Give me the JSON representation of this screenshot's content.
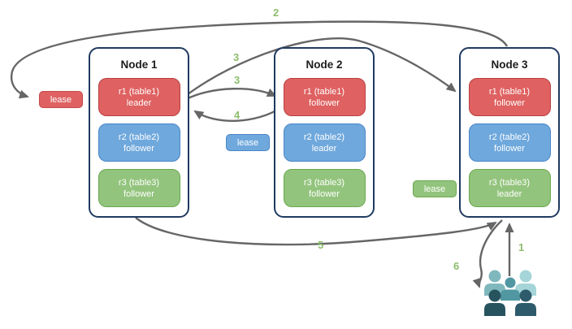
{
  "diagram": {
    "nodes": [
      {
        "title": "Node 1",
        "replicas": [
          {
            "line1": "r1 (table1)",
            "line2": "leader",
            "color": "red"
          },
          {
            "line1": "r2 (table2)",
            "line2": "follower",
            "color": "blue"
          },
          {
            "line1": "r3 (table3)",
            "line2": "follower",
            "color": "green"
          }
        ]
      },
      {
        "title": "Node 2",
        "replicas": [
          {
            "line1": "r1 (table1)",
            "line2": "follower",
            "color": "red"
          },
          {
            "line1": "r2 (table2)",
            "line2": "leader",
            "color": "blue"
          },
          {
            "line1": "r3 (table3)",
            "line2": "follower",
            "color": "green"
          }
        ]
      },
      {
        "title": "Node 3",
        "replicas": [
          {
            "line1": "r1 (table1)",
            "line2": "follower",
            "color": "red"
          },
          {
            "line1": "r2 (table2)",
            "line2": "follower",
            "color": "blue"
          },
          {
            "line1": "r3 (table3)",
            "line2": "leader",
            "color": "green"
          }
        ]
      }
    ],
    "leases": [
      {
        "label": "lease",
        "color": "red"
      },
      {
        "label": "lease",
        "color": "blue"
      },
      {
        "label": "lease",
        "color": "green"
      }
    ],
    "arrow_labels": {
      "a1": "1",
      "a2": "2",
      "a3_long": "3",
      "a3_short": "3",
      "a4": "4",
      "a5": "5",
      "a6": "6"
    },
    "colors": {
      "red_fill": "#DF6161",
      "red_border": "#B84040",
      "blue_fill": "#6FA8DC",
      "blue_border": "#4A86C8",
      "green_fill": "#93C47D",
      "green_border": "#69A84F",
      "node_border": "#203A60",
      "arrow": "#666666",
      "number_label": "#8CBE6C"
    },
    "users_icon": {
      "people_colors": [
        "#7FB8BC",
        "#A5D5D8",
        "#5097A2",
        "#27535F",
        "#2E5B6B"
      ]
    }
  }
}
